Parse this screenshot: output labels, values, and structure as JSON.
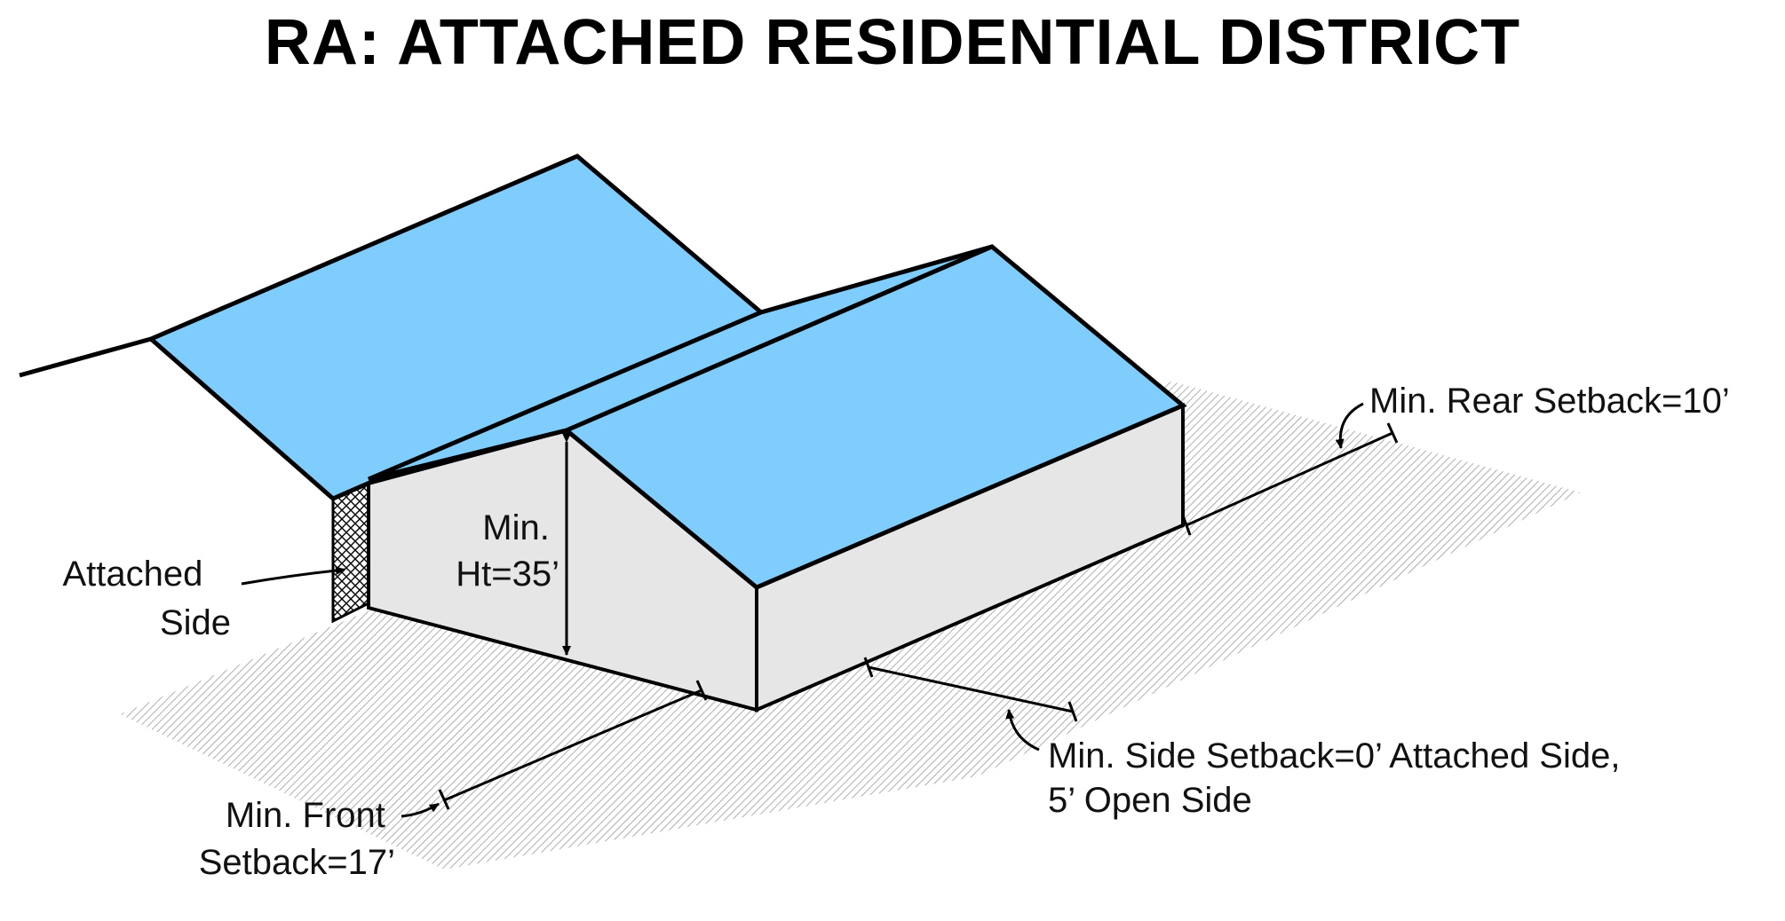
{
  "title": "RA: ATTACHED RESIDENTIAL DISTRICT",
  "colors": {
    "roof": "#7ECDFC",
    "wall": "#E6E6E6",
    "ground_hatch": "#9A9A9A",
    "outline": "#000000"
  },
  "labels": {
    "attached_side": [
      "Attached",
      "Side"
    ],
    "min_height": [
      "Min.",
      "Ht=35’"
    ],
    "rear_setback": "Min. Rear Setback=10’",
    "side_setback": [
      "Min. Side Setback=0’ Attached Side,",
      "5’ Open Side"
    ],
    "front_setback": [
      "Min. Front",
      "Setback=17’"
    ]
  }
}
